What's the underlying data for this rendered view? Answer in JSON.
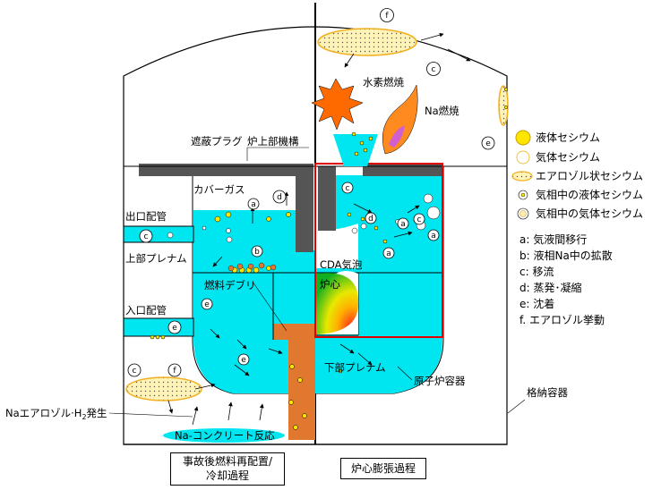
{
  "labels": {
    "cover_gas": "カバーガス",
    "shield_plug": "遮蔽プラグ",
    "upper_mechanism": "炉上部機構",
    "outlet_pipe": "出口配管",
    "upper_plenum": "上部プレナム",
    "fuel_debris": "燃料デブリ",
    "inlet_pipe": "入口配管",
    "lower_plenum": "下部プレナム",
    "reactor_vessel": "原子炉容器",
    "containment": "格納容器",
    "cda_bubble": "CDA気泡",
    "core": "炉心",
    "hydrogen_combustion": "水素燃焼",
    "na_combustion": "Na燃焼",
    "na_aerosol_h2_prefix": "Naエアロゾル·H",
    "na_aerosol_h2_sub": "2",
    "na_aerosol_h2_suffix": "発生",
    "na_concrete_reaction": "Na-コンクリート反応"
  },
  "legend": {
    "items": [
      {
        "name": "liquid-cesium",
        "label": "液体セシウム"
      },
      {
        "name": "gas-cesium",
        "label": "気体セシウム"
      },
      {
        "name": "aerosol-cesium",
        "label": "エアロゾル状セシウム"
      },
      {
        "name": "vapor-liquid-cesium",
        "label": "気相中の液体セシウム"
      },
      {
        "name": "vapor-gas-cesium",
        "label": "気相中の気体セシウム"
      }
    ],
    "processes": [
      "a: 気液間移行",
      "b: 液相Na中の拡散",
      "c: 移流",
      "d: 蒸発･凝縮",
      "e: 沈着",
      "f. エアロゾル挙動"
    ]
  },
  "bottom_boxes": {
    "left_line1": "事故後燃料再配置/",
    "left_line2": "冷却過程",
    "right": "炉心膨張過程"
  },
  "markers": {
    "a": "a",
    "b": "b",
    "c": "c",
    "d": "d",
    "e": "e",
    "f": "f"
  },
  "colors": {
    "sodium": "#00e6f0",
    "liquid_cs": "#ffe600",
    "debris": "#e07830",
    "aerosol": "#fff3b8",
    "aerosol_border": "#f0b020",
    "plug": "#555555",
    "frame": "#e00000"
  }
}
